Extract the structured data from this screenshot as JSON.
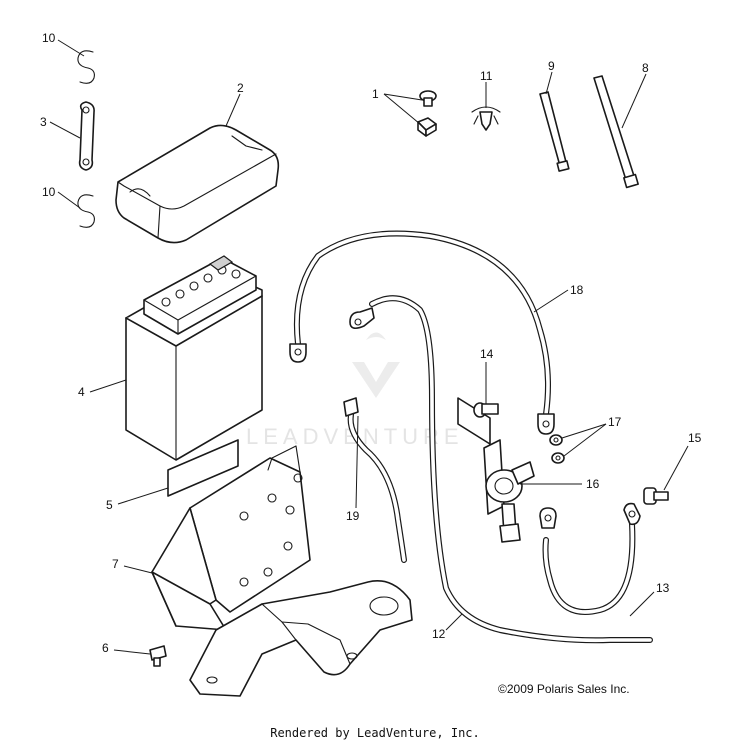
{
  "callouts": {
    "c1": "1",
    "c2": "2",
    "c3": "3",
    "c4": "4",
    "c5": "5",
    "c6": "6",
    "c7": "7",
    "c8": "8",
    "c9": "9",
    "c10a": "10",
    "c10b": "10",
    "c11": "11",
    "c12": "12",
    "c13": "13",
    "c14": "14",
    "c15": "15",
    "c16": "16",
    "c17": "17",
    "c18": "18",
    "c19": "19"
  },
  "watermark": {
    "text": "LEADVENTURE"
  },
  "copyright": "©2009 Polaris Sales Inc.",
  "footer": "Rendered by LeadVenture, Inc."
}
